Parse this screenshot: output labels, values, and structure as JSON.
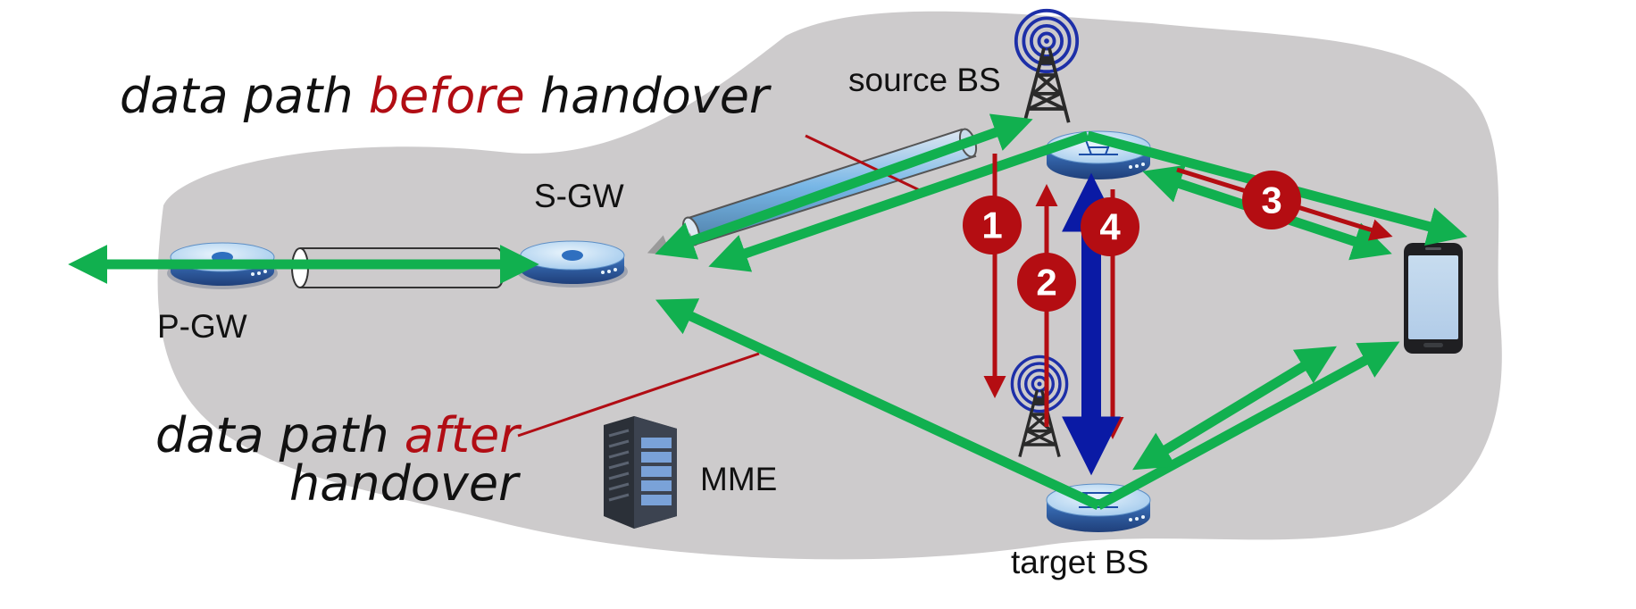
{
  "titles": {
    "before": {
      "pre": "data path ",
      "highlight": "before",
      "post": " handover"
    },
    "after": {
      "pre": "data path ",
      "highlight": "after",
      "line2": "handover"
    }
  },
  "labels": {
    "pgw": "P-GW",
    "sgw": "S-GW",
    "source_bs": "source BS",
    "target_bs": "target BS",
    "mme": "MME"
  },
  "steps": [
    "1",
    "2",
    "3",
    "4"
  ],
  "colors": {
    "cloud": "#cdcbcc",
    "path": "#11b04f",
    "signal": "#b40d12",
    "highlight_text": "#b10d14",
    "core_link": "#0a1aa5",
    "router_top": "#c4dff5",
    "router_body": "#2f5fa6"
  }
}
